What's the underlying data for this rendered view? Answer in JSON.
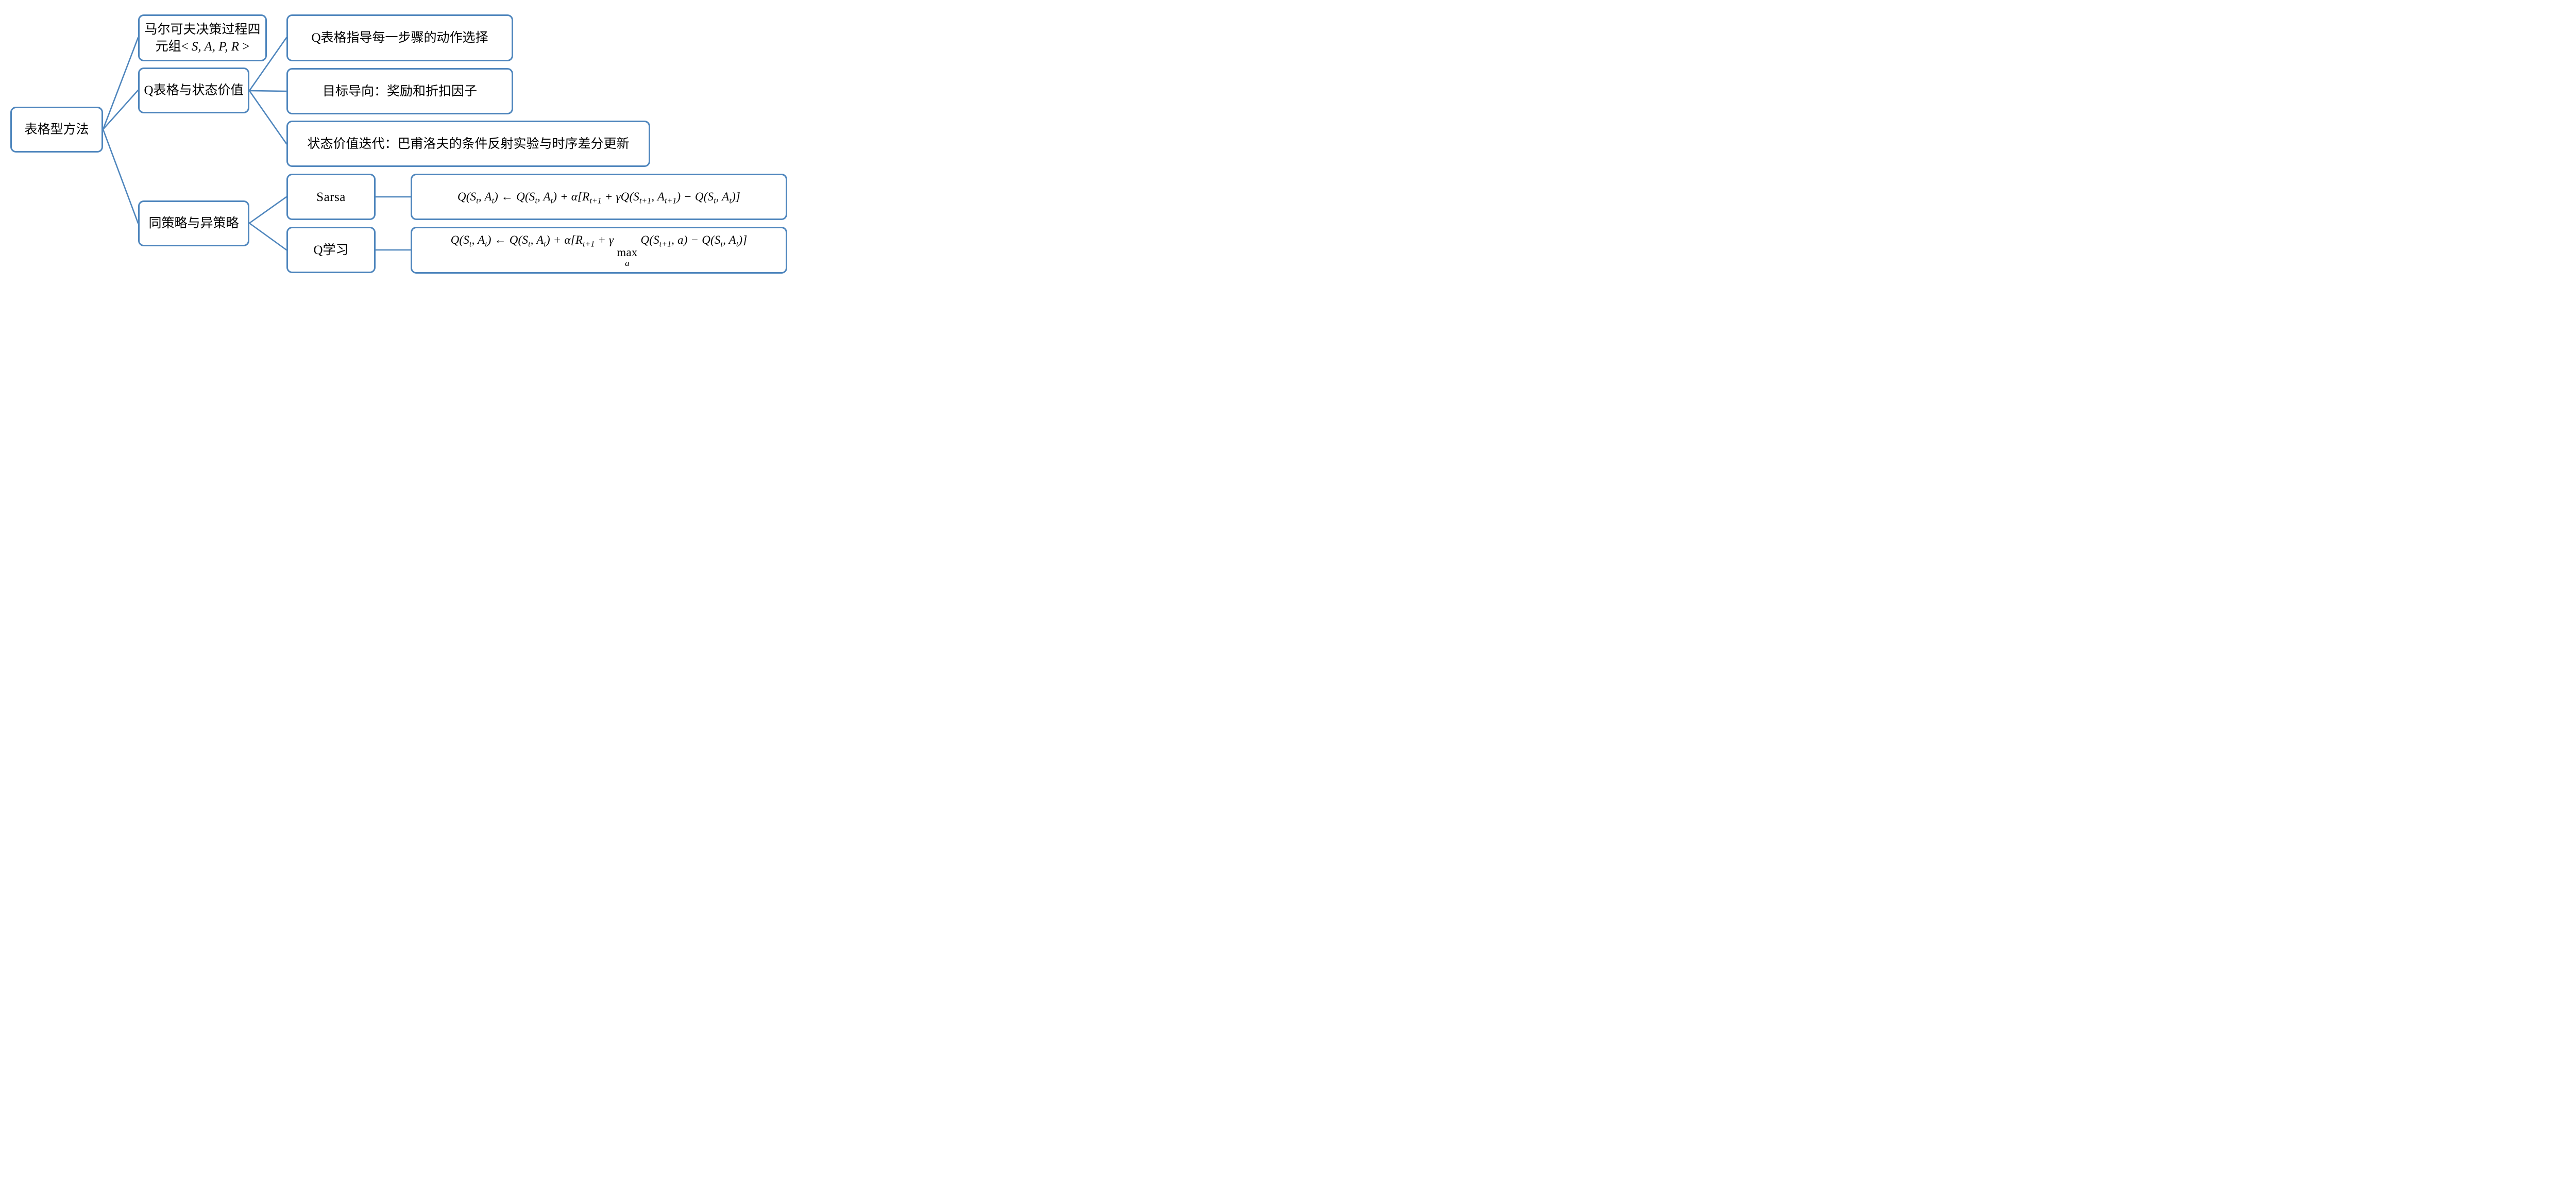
{
  "colors": {
    "accent": "#4f86bd",
    "text": "#000000",
    "background": "#ffffff"
  },
  "diagram": {
    "type": "mindmap-tree",
    "root": {
      "label": "表格型方法"
    },
    "branches": {
      "mdp": {
        "line1": "马尔可夫决策过程四",
        "line2_tokens": [
          {
            "t": "元组< "
          },
          {
            "t": "S, A, P, R",
            "i": true
          },
          {
            "t": " >"
          }
        ]
      },
      "qtable": {
        "label": "Q表格与状态价值",
        "children": [
          {
            "label": "Q表格指导每一步骤的动作选择"
          },
          {
            "label": "目标导向：奖励和折扣因子"
          },
          {
            "label": "状态价值迭代：巴甫洛夫的条件反射实验与时序差分更新"
          }
        ]
      },
      "policy": {
        "label": "同策略与异策略",
        "children": [
          {
            "label": "Sarsa",
            "formula_tokens": [
              {
                "t": "Q(S"
              },
              {
                "t": "t",
                "sub": true
              },
              {
                "t": ", A"
              },
              {
                "t": "t",
                "sub": true
              },
              {
                "t": ") ← Q(S"
              },
              {
                "t": "t",
                "sub": true
              },
              {
                "t": ", A"
              },
              {
                "t": "t",
                "sub": true
              },
              {
                "t": ") + α[R"
              },
              {
                "t": "t+1",
                "sub": true
              },
              {
                "t": " + γQ(S"
              },
              {
                "t": "t+1",
                "sub": true
              },
              {
                "t": ", A"
              },
              {
                "t": "t+1",
                "sub": true
              },
              {
                "t": ") − Q(S"
              },
              {
                "t": "t",
                "sub": true
              },
              {
                "t": ", A"
              },
              {
                "t": "t",
                "sub": true
              },
              {
                "t": ")]"
              }
            ]
          },
          {
            "label": "Q学习",
            "formula_tokens": [
              {
                "t": "Q(S"
              },
              {
                "t": "t",
                "sub": true
              },
              {
                "t": ", A"
              },
              {
                "t": "t",
                "sub": true
              },
              {
                "t": ") ← Q(S"
              },
              {
                "t": "t",
                "sub": true
              },
              {
                "t": ", A"
              },
              {
                "t": "t",
                "sub": true
              },
              {
                "t": ") + α[R"
              },
              {
                "t": "t+1",
                "sub": true
              },
              {
                "t": " + γ "
              },
              {
                "t": "max",
                "r": true,
                "under": "a"
              },
              {
                "t": " Q(S"
              },
              {
                "t": "t+1",
                "sub": true
              },
              {
                "t": ", a) − Q(S"
              },
              {
                "t": "t",
                "sub": true
              },
              {
                "t": ", A"
              },
              {
                "t": "t",
                "sub": true
              },
              {
                "t": ")]"
              }
            ]
          }
        ]
      }
    }
  }
}
